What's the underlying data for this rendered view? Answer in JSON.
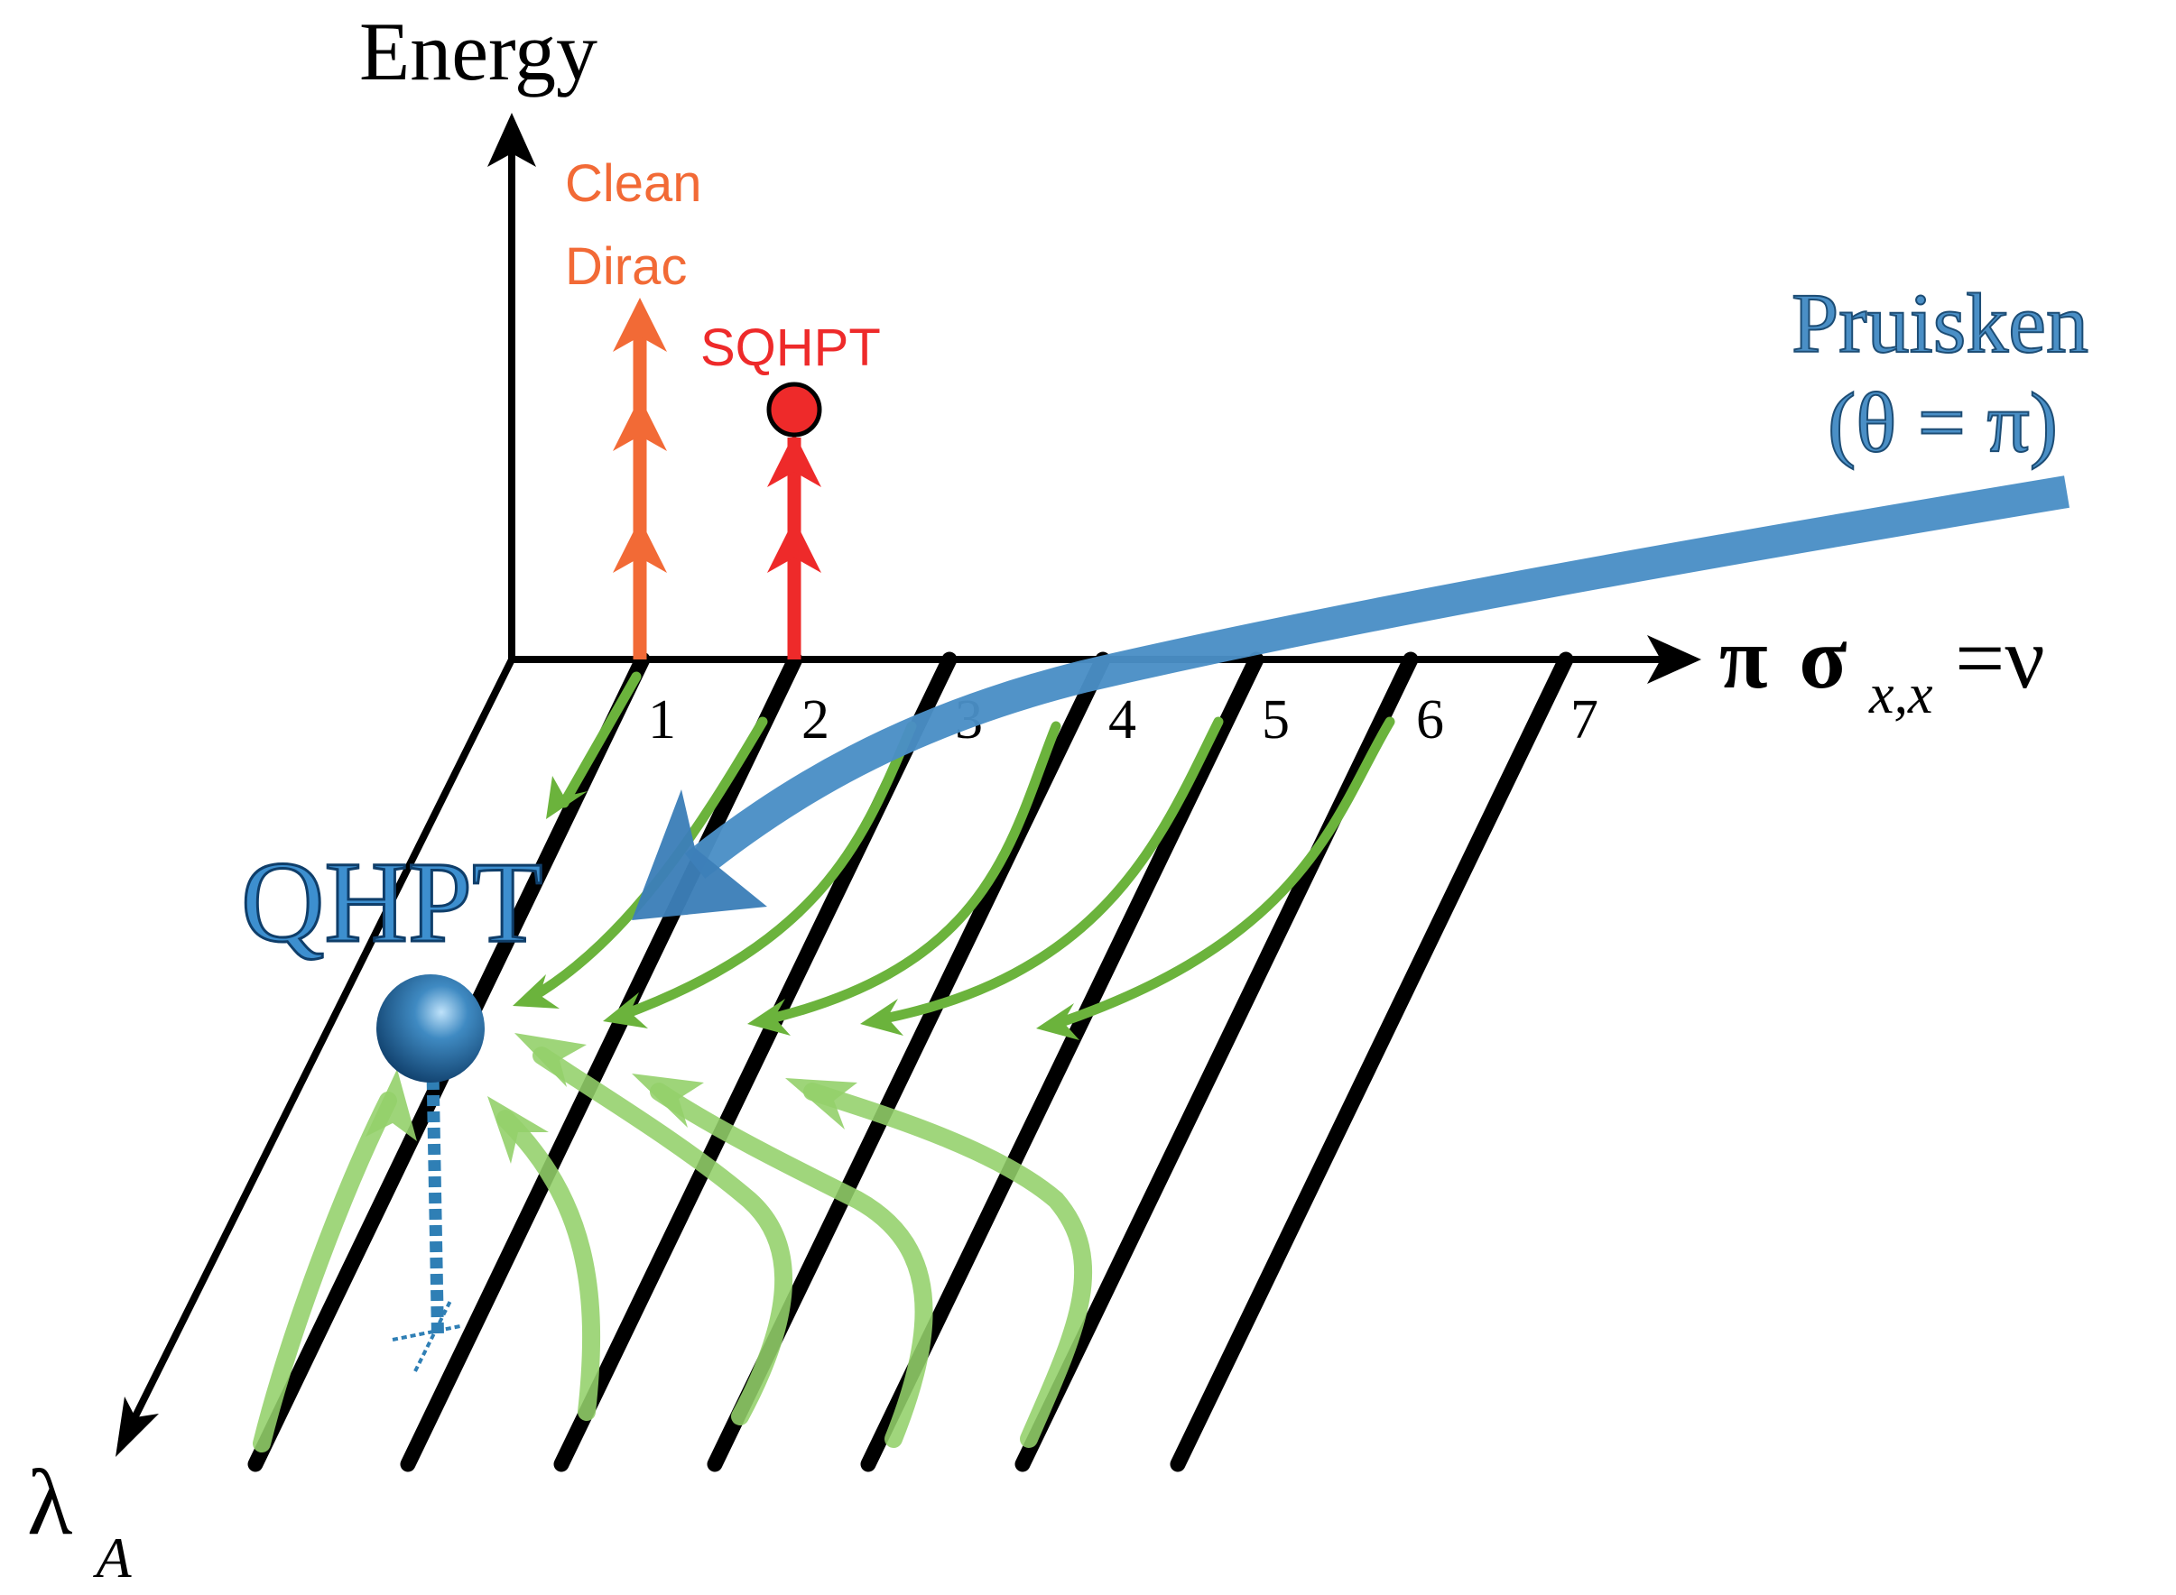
{
  "axes": {
    "energy_label": "Energy",
    "sigma_label_pi": "π",
    "sigma_label_sigma": "σ",
    "sigma_label_sub": "x,x",
    "sigma_label_eq": "=ν",
    "lambda_label": "λ",
    "lambda_sub": "A"
  },
  "filling_levels": [
    "1",
    "2",
    "3",
    "4",
    "5",
    "6",
    "7"
  ],
  "labels": {
    "clean_line1": "Clean",
    "clean_line2": "Dirac",
    "sqhpt": "SQHPT",
    "qhpt": "QHPT",
    "pruisken_line1": "Pruisken",
    "pruisken_line2": "(θ = π)"
  },
  "colors": {
    "axis": "#000000",
    "clean_dirac": "#f26a36",
    "sqhpt": "#ee2a2a",
    "pruisken": "#4a8fc6",
    "qhpt": "#3d8fcf",
    "flow_dark": "#6bb33c",
    "flow_light": "#93d06a"
  }
}
